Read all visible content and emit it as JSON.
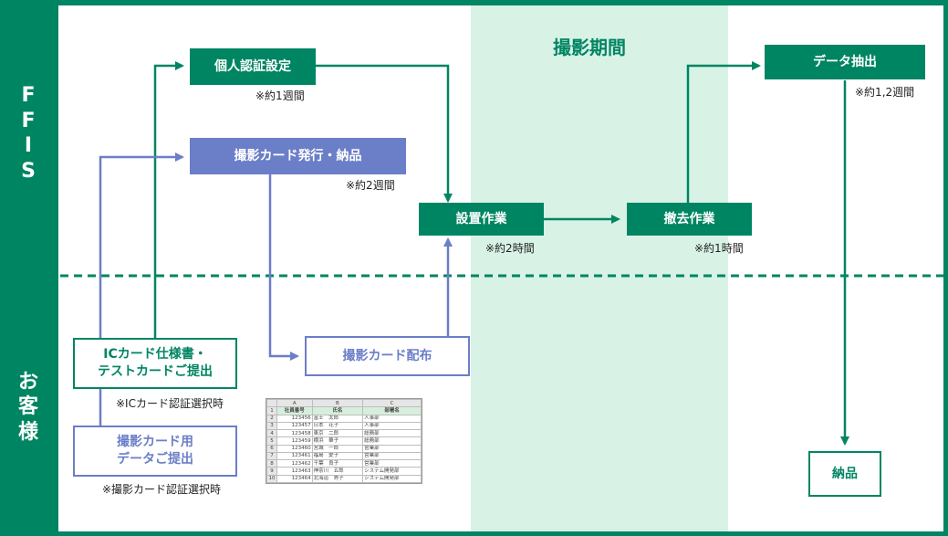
{
  "lanes": {
    "ffis": "F\nF\nI\nS",
    "customer": "お\n客\n様"
  },
  "period_label": "撮影期間",
  "boxes": {
    "personal_auth": "個人認証設定",
    "card_issue": "撮影カード発行・納品",
    "install": "設置作業",
    "removal": "撤去作業",
    "data_extract": "データ抽出",
    "ic_spec": "ICカード仕様書・\nテストカードご提出",
    "card_distribute": "撮影カード配布",
    "card_data": "撮影カード用\nデータご提出",
    "delivery": "納品"
  },
  "notes": {
    "personal_auth": "※約1週間",
    "card_issue": "※約2週間",
    "install": "※約2時間",
    "removal": "※約1時間",
    "data_extract": "※約1,2週間",
    "ic_spec": "※ICカード認証選択時",
    "card_data": "※撮影カード認証選択時"
  },
  "colors": {
    "green": "#008562",
    "blue": "#6b7ec8",
    "period_bg": "#d8f2e6"
  },
  "spreadsheet": {
    "col_letters": [
      "",
      "A",
      "B",
      "C"
    ],
    "headers": [
      "社員番号",
      "氏名",
      "部署名"
    ],
    "rows": [
      [
        "123456",
        "富士　太郎",
        "人事部"
      ],
      [
        "123457",
        "日本　花子",
        "人事部"
      ],
      [
        "123458",
        "東京　二郎",
        "総務部"
      ],
      [
        "123459",
        "横浜　華子",
        "総務部"
      ],
      [
        "123460",
        "宮城　一郎",
        "営業部"
      ],
      [
        "123461",
        "福島　愛子",
        "営業部"
      ],
      [
        "123462",
        "千葉　良子",
        "営業部"
      ],
      [
        "123463",
        "神奈川　五郎",
        "システム開発部"
      ],
      [
        "123464",
        "北海道　秀子",
        "システム開発部"
      ]
    ]
  }
}
